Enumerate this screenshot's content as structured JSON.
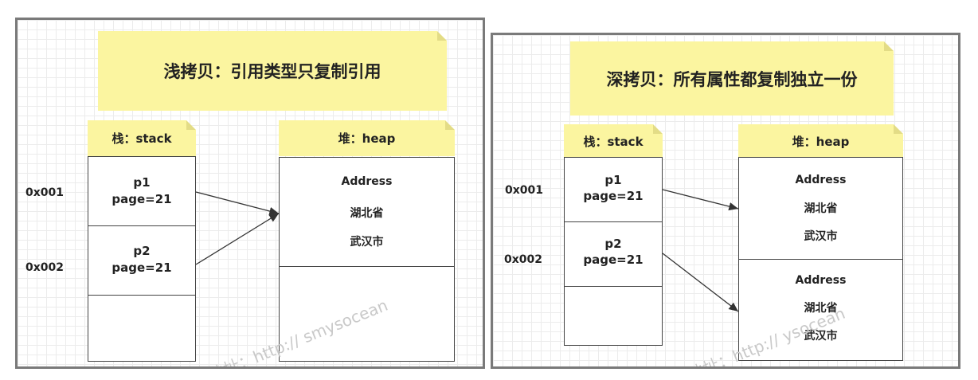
{
  "shallow": {
    "title": "浅拷贝：引用类型只复制引用",
    "stack_label": "栈：stack",
    "heap_label": "堆：heap",
    "addresses": [
      "0x001",
      "0x002"
    ],
    "stack_cells": [
      {
        "name": "p1",
        "value": "page=21"
      },
      {
        "name": "p2",
        "value": "page=21"
      }
    ],
    "heap_objects": [
      {
        "title": "Address",
        "lines": [
          "湖北省",
          "武汉市"
        ]
      }
    ],
    "watermark": "地址：http://\nsmysocean"
  },
  "deep": {
    "title": "深拷贝：所有属性都复制独立一份",
    "stack_label": "栈：stack",
    "heap_label": "堆：heap",
    "addresses": [
      "0x001",
      "0x002"
    ],
    "stack_cells": [
      {
        "name": "p1",
        "value": "page=21"
      },
      {
        "name": "p2",
        "value": "page=21"
      }
    ],
    "heap_objects": [
      {
        "title": "Address",
        "lines": [
          "湖北省",
          "武汉市"
        ]
      },
      {
        "title": "Address",
        "lines": [
          "湖北省",
          "武汉市"
        ]
      }
    ],
    "watermark": "地址：http://\nysocean"
  }
}
